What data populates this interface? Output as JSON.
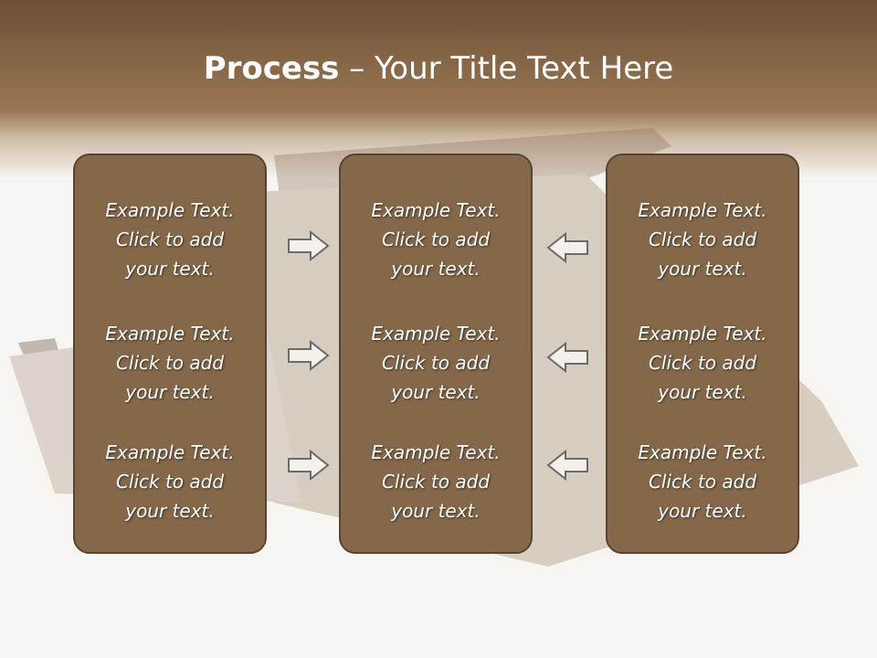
{
  "slide": {
    "title_bold": "Process",
    "title_rest": " – Your Title Text Here"
  },
  "columns": [
    {
      "blocks": [
        [
          "Example Text.",
          "Click  to add",
          "your text."
        ],
        [
          "Example Text.",
          "Click  to add",
          "your text."
        ],
        [
          "Example Text.",
          "Click  to add",
          "your text."
        ]
      ]
    },
    {
      "blocks": [
        [
          "Example Text.",
          "Click  to add",
          "your text."
        ],
        [
          "Example Text.",
          "Click  to add",
          "your text."
        ],
        [
          "Example Text.",
          "Click  to add",
          "your text."
        ]
      ]
    },
    {
      "blocks": [
        [
          "Example Text.",
          "Click  to add",
          "your text."
        ],
        [
          "Example Text.",
          "Click  to add",
          "your text."
        ],
        [
          "Example Text.",
          "Click  to add",
          "your text."
        ]
      ]
    }
  ],
  "arrows": {
    "left_group": "arrow-right-icon",
    "right_group": "arrow-left-icon"
  },
  "colors": {
    "header": "#876747",
    "panel": "#85684a",
    "panel_border": "#5a4330",
    "text": "#ffffff"
  }
}
